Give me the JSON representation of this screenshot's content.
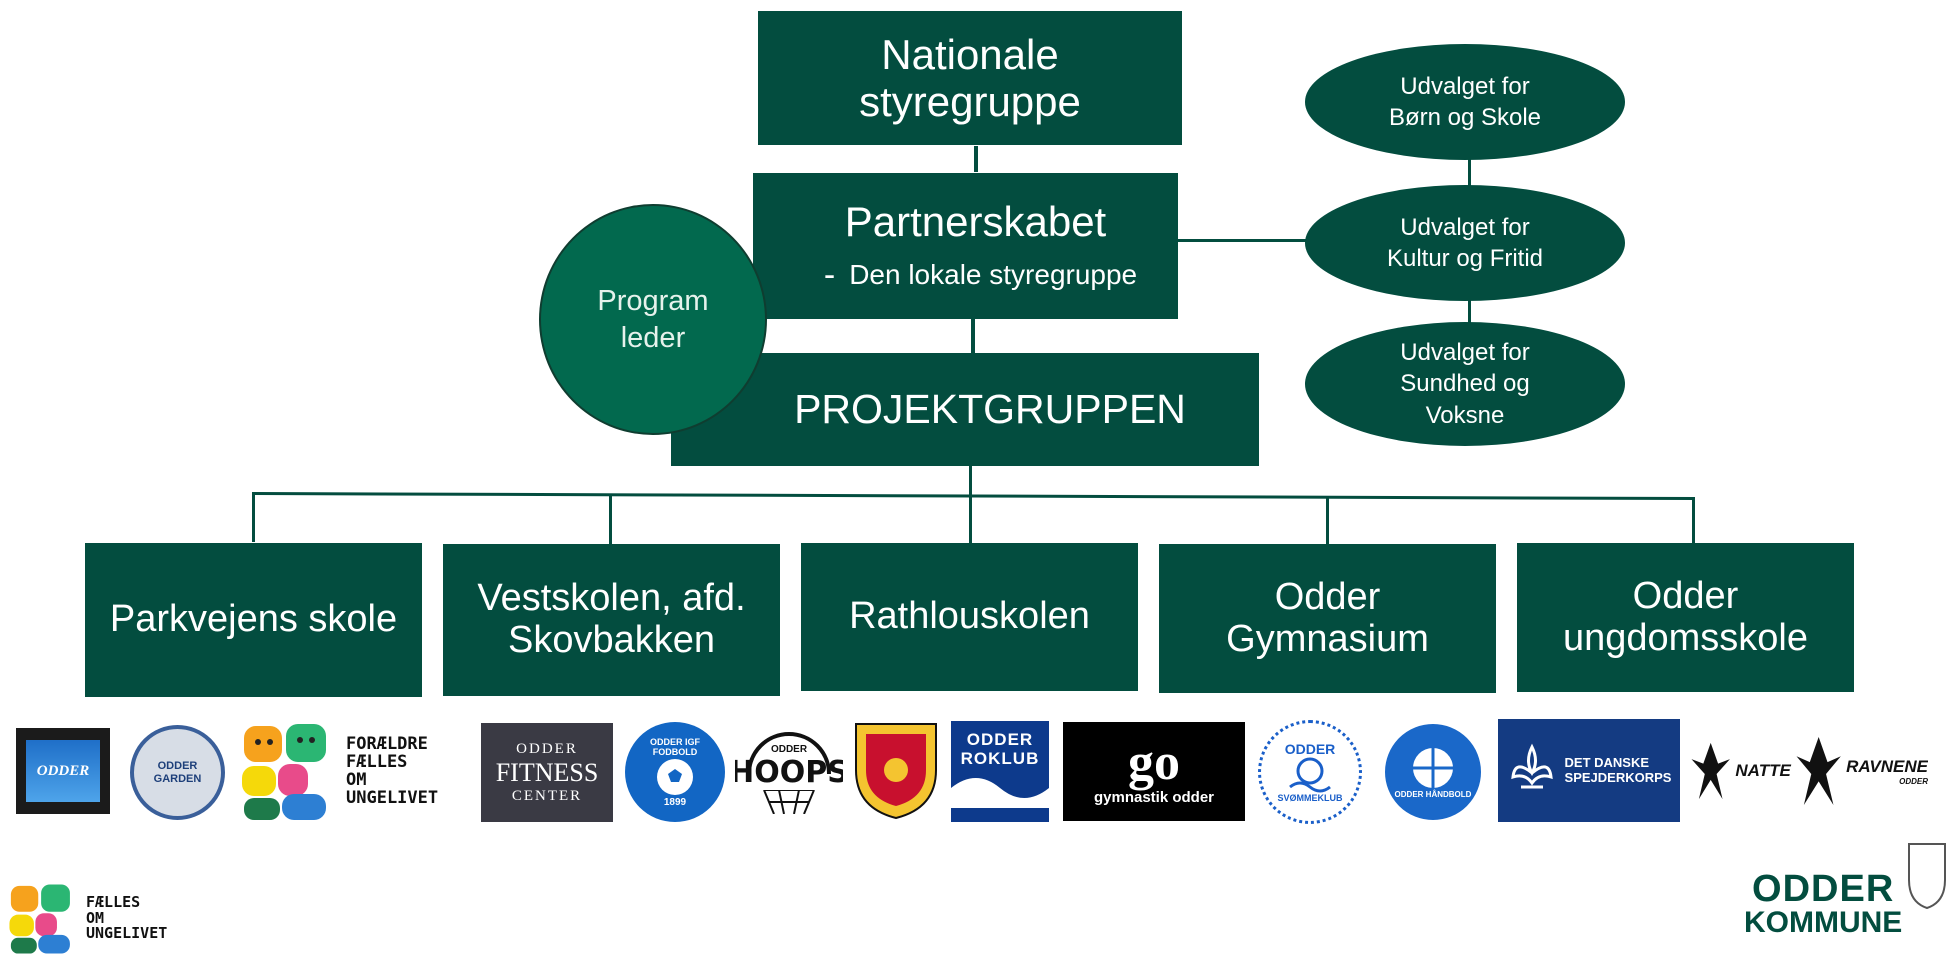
{
  "colors": {
    "box": "#034d3f",
    "circle": "#02694e",
    "text": "#ffffff"
  },
  "top": {
    "title": "Nationale\nstyregruppe"
  },
  "partner": {
    "title": "Partnerskabet",
    "dash": "-",
    "subtitle": "Den lokale styregruppe"
  },
  "program_leader": "Program\nleder",
  "project_group": "PROJEKTGRUPPEN",
  "committees": [
    "Udvalget for\nBørn og Skole",
    "Udvalget for\nKultur og Fritid",
    "Udvalget for\nSundhed og\nVoksne"
  ],
  "schools": [
    "Parkvejens skole",
    "Vestskolen, afd.\nSkovbakken",
    "Rathlouskolen",
    "Odder\nGymnasium",
    "Odder\nungdomsskole"
  ],
  "logos": {
    "odder_logo": "ODDER",
    "odder_garden": "ODDER\nGARDEN",
    "foraeldre": "FORÆLDRE\nFÆLLES\nOM\nUNGELIVET",
    "fitness": {
      "line1": "ODDER",
      "line2": "FITNESS",
      "line3": "CENTER"
    },
    "igf": {
      "ring": "ODDER IGF FODBOLD",
      "year": "1899"
    },
    "hoops": {
      "top": "ODDER",
      "main": "HOOPS"
    },
    "roklub": "ODDER\nROKLUB",
    "gym": {
      "main": "go",
      "sub": "gymnastik odder"
    },
    "svoemmeklub": {
      "top": "ODDER",
      "bottom": "SVØMMEKLUB"
    },
    "haandbold": "ODDER HÅNDBOLD",
    "spejder": "DET DANSKE\nSPEJDERKORPS",
    "natteravne": {
      "a": "NATTE",
      "b": "RAVNENE",
      "c": "ODDER"
    }
  },
  "footer": {
    "faelles": "FÆLLES\nOM\nUNGELIVET",
    "kommune_a": "ODDER",
    "kommune_b": "KOMMUNE"
  }
}
